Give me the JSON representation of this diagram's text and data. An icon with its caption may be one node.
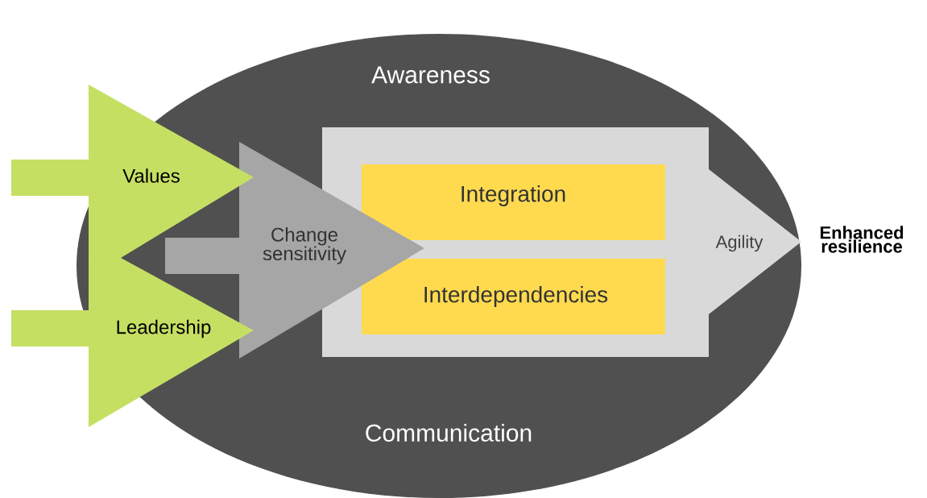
{
  "diagram": {
    "nodes": [
      {
        "text": [
          "Awareness",
          "Communication"
        ]
      },
      {
        "text": [
          "Values"
        ]
      },
      {
        "text": [
          "Leadership"
        ]
      },
      {
        "text": [
          "Change sensitivity"
        ],
        "in": 0
      },
      {
        "text": [
          "Agility"
        ],
        "in": 0
      },
      {
        "text": [
          "Integration"
        ],
        "in": 4
      },
      {
        "text": [
          "Interdependencies"
        ],
        "in": 4
      },
      {
        "text": [
          "Enhanced resilience"
        ]
      }
    ]
  }
}
